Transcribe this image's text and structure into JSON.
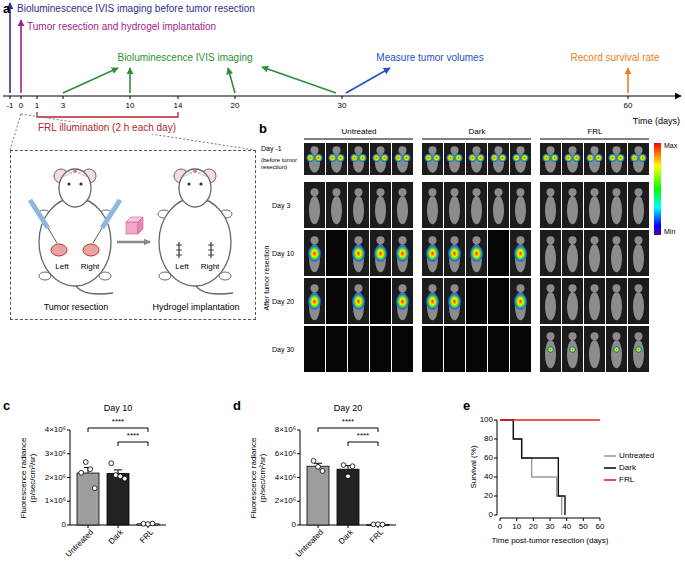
{
  "diagram": {
    "nodes": [
      {
        "text": [
          "Left",
          "Right",
          "Left",
          "Right",
          "Tumor resection",
          "Hydrogel implantation"
        ]
      }
    ],
    "labels": [
      "a",
      "Bioluminescence IVIS imaging before tumor resection",
      "Tumor resection and hydrogel implantation",
      "Bioluminescence IVIS imaging",
      "Measure tumor volumes",
      "Record survival rate",
      "FRL illumination (2 h each day)",
      "Time (days)",
      "-1",
      "0",
      "1",
      "3",
      "10",
      "14",
      "20",
      "30",
      "60",
      "b",
      "Untreated",
      "Dark",
      "FRL",
      "Day -1",
      "(before tumor resection)",
      "After tumor resection",
      "Day 3",
      "Day 10",
      "Day 20",
      "Day 30",
      "Max",
      "Min",
      "c",
      "Day 10",
      "Fluorescence radiance (p/sec/cm²/sr)",
      "0",
      "1×10⁶",
      "2×10⁶",
      "3×10⁶",
      "4×10⁶",
      "Untreated",
      "Dark",
      "FRL",
      "****",
      "****",
      "d",
      "Day 20",
      "Fluorescence radiance (p/sec/cm²/sr)",
      "0",
      "2×10⁶",
      "4×10⁶",
      "6×10⁶",
      "8×10⁶",
      "Untreated",
      "Dark",
      "FRL",
      "****",
      "****",
      "e",
      "Survival (%)",
      "0",
      "20",
      "40",
      "60",
      "80",
      "100",
      "Time post-tumor resection (days)",
      "0",
      "10",
      "20",
      "30",
      "40",
      "50",
      "60"
    ],
    "legend": [
      {
        "text": "Untreated"
      },
      {
        "text": "Dark"
      },
      {
        "text": "FRL"
      }
    ]
  }
}
